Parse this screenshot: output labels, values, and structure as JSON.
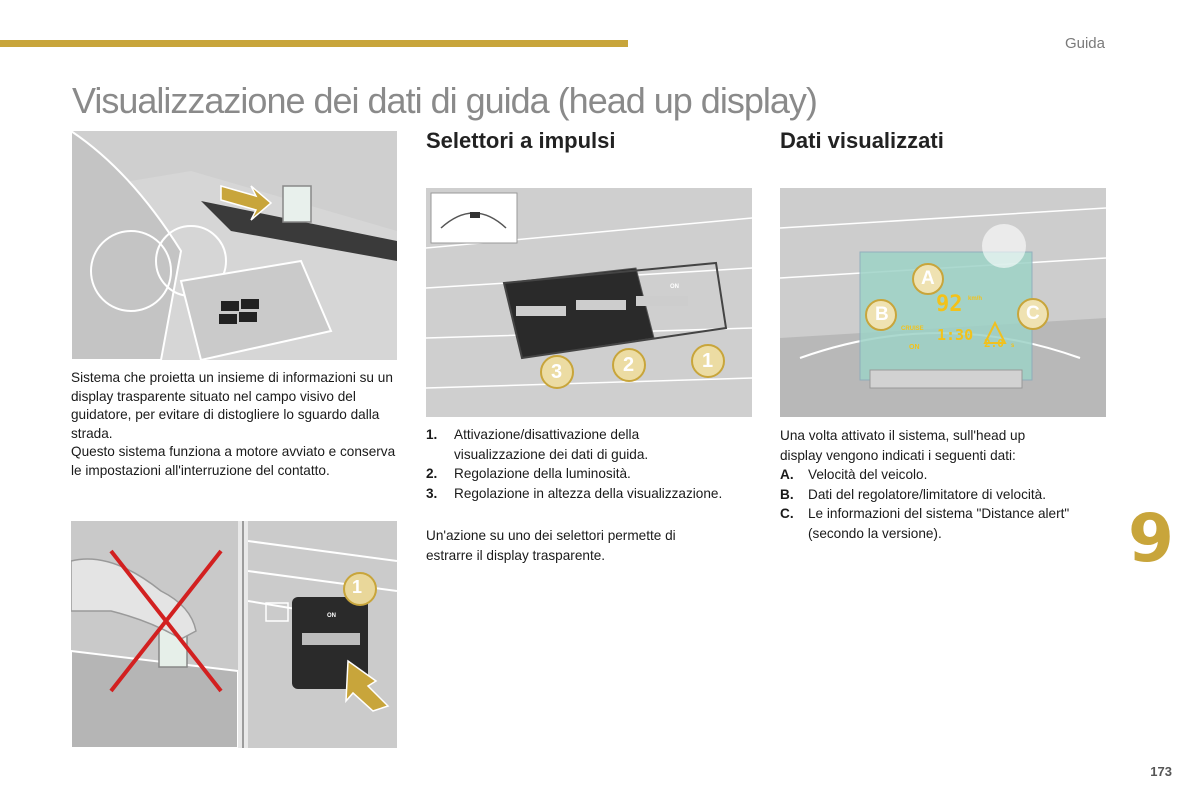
{
  "header": {
    "section": "Guida",
    "title": "Visualizzazione dei dati di guida (head up display)"
  },
  "left": {
    "paragraph1": "Sistema che proietta un insieme di informazioni su un display trasparente situato nel campo visivo del guidatore, per evitare di distogliere lo sguardo dalla strada.",
    "paragraph2": "Questo sistema funziona a motore avviato e conserva le impostazioni all'interruzione del contatto."
  },
  "middle": {
    "heading": "Selettori a impulsi",
    "items": [
      {
        "num": "1.",
        "text": "Attivazione/disattivazione della visualizzazione dei dati di guida."
      },
      {
        "num": "2.",
        "text": "Regolazione della luminosità."
      },
      {
        "num": "3.",
        "text": "Regolazione in altezza della visualizzazione."
      }
    ],
    "note": "Un'azione su uno dei selettori permette di estrarre il display trasparente.",
    "callouts": [
      "3",
      "2",
      "1"
    ],
    "button_labels": [
      "ON"
    ]
  },
  "right": {
    "heading": "Dati visualizzati",
    "intro": "Una volta attivato il sistema, sull'head up display vengono indicati i seguenti dati:",
    "items": [
      {
        "num": "A.",
        "text": "Velocità del veicolo."
      },
      {
        "num": "B.",
        "text": "Dati del regolatore/limitatore di velocità."
      },
      {
        "num": "C.",
        "text": "Le informazioni del sistema \"Distance alert\" (secondo la versione)."
      }
    ],
    "hud": {
      "speed": "92",
      "speed_unit": "km/h",
      "cruise_label": "CRUISE",
      "cruise_state": "ON",
      "time_gap": "1:30",
      "distance": "2.0",
      "distance_unit": "s"
    },
    "callouts": [
      "A",
      "B",
      "C"
    ]
  },
  "bottom_illustration": {
    "callout": "1",
    "button_label": "ON"
  },
  "footer": {
    "chapter": "9",
    "page": "173"
  }
}
